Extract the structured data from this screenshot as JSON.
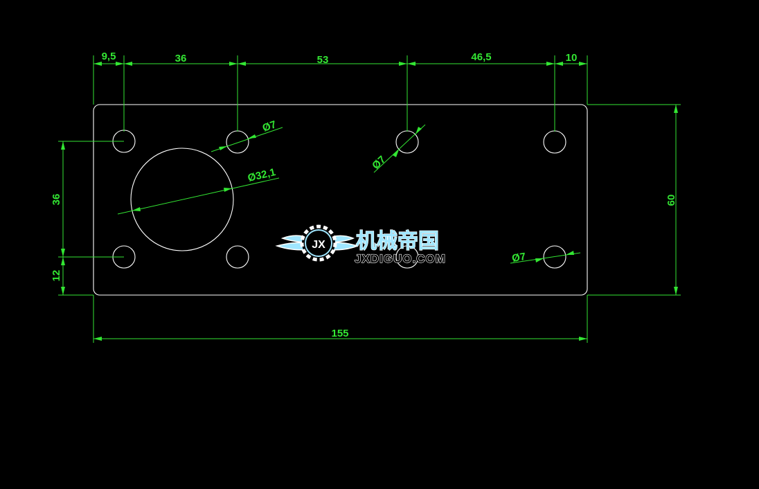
{
  "dimensions": {
    "top": [
      "9,5",
      "36",
      "53",
      "46,5",
      "10"
    ],
    "bottom_overall": "155",
    "right_height": "60",
    "left_hole_spacing": "36",
    "left_bottom_offset": "12",
    "small_hole_diameter": "Ø7",
    "large_hole_diameter": "Ø32,1"
  },
  "watermark": {
    "chinese": "机械帝国",
    "url": "JXDIGUO.COM",
    "emblem_letters": "JX"
  },
  "colors": {
    "background": "#000000",
    "dimension": "#33e633",
    "outline": "#ffffff",
    "watermark_accent": "#9fe6ff"
  }
}
